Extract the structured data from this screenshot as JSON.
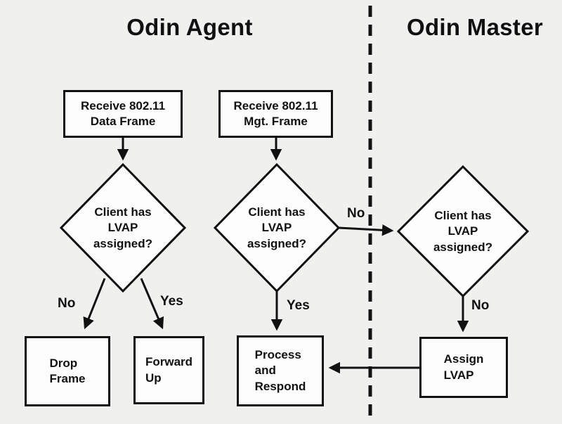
{
  "sections": {
    "agent_title": "Odin Agent",
    "master_title": "Odin Master"
  },
  "nodes": {
    "receive_data_frame": "Receive 802.11\nData Frame",
    "receive_mgt_frame": "Receive 802.11\nMgt. Frame",
    "agent_data_decision": "Client has\nLVAP\nassigned?",
    "agent_mgt_decision": "Client has\nLVAP\nassigned?",
    "master_decision": "Client has\nLVAP\nassigned?",
    "drop_frame": "Drop\nFrame",
    "forward_up": "Forward\nUp",
    "process_and_respond": "Process\nand\nRespond",
    "assign_lvap": "Assign\nLVAP"
  },
  "edge_labels": {
    "agent_data_no": "No",
    "agent_data_yes": "Yes",
    "agent_mgt_yes": "Yes",
    "agent_mgt_no": "No",
    "master_no": "No"
  },
  "colors": {
    "background": "#f0f0ef",
    "node_fill": "#fdfdfd",
    "stroke": "#111111",
    "text": "#111111"
  }
}
